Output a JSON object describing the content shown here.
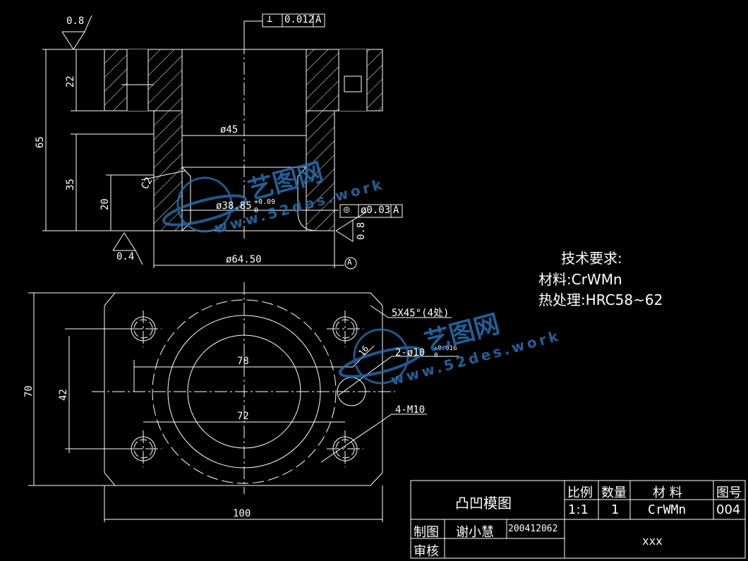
{
  "front_view": {
    "roughness_top": "0.8",
    "roughness_bottom": "0.4",
    "roughness_side": "0.8",
    "perp_symbol": "⊥",
    "perp_tol": "0.012",
    "perp_datum": "A",
    "dim_22": "22",
    "dim_65": "65",
    "dim_35": "35",
    "dim_20": "20",
    "dim_c2": "C2",
    "dim_d45": "ø45",
    "dim_d3885": "ø38.85",
    "dim_d3885_tol_up": "+0.09",
    "dim_d3885_tol_low": "0",
    "conc_symbol": "◎",
    "conc_tol": "ø0.03",
    "conc_datum": "A",
    "dim_d6450": "ø64.50",
    "datum_label": "A"
  },
  "top_view": {
    "dim_70": "70",
    "dim_42": "42",
    "dim_78": "78",
    "dim_72": "72",
    "dim_100": "100",
    "chamfer_note": "5X45°(4处)",
    "dim_16": "16",
    "pin_hole_note": "2-ø10",
    "pin_hole_tol_up": "+0.016",
    "pin_hole_tol_low": "0",
    "thread_note": "4-M10"
  },
  "tech_req": {
    "heading": "技术要求:",
    "material": "材料:CrWMn",
    "heat": "热处理:HRC58~62"
  },
  "title_block": {
    "drawing_name": "凸凹模图",
    "scale_label": "比例",
    "qty_label": "数量",
    "material_label": "材  料",
    "drawing_no_label": "图号",
    "scale_value": "1:1",
    "qty_value": "1",
    "material_value": "CrWMn",
    "drawing_no_value": "004",
    "drawn_label": "制图",
    "drawn_name": "谢小慧",
    "drawn_id": "200412062",
    "check_label": "审核",
    "org": "xxx"
  },
  "watermark": {
    "brand": "艺图网",
    "url": "www.52des.work"
  },
  "colors": {
    "line": "#ffffff",
    "background": "#000000",
    "watermark": "#2a6fb0"
  }
}
